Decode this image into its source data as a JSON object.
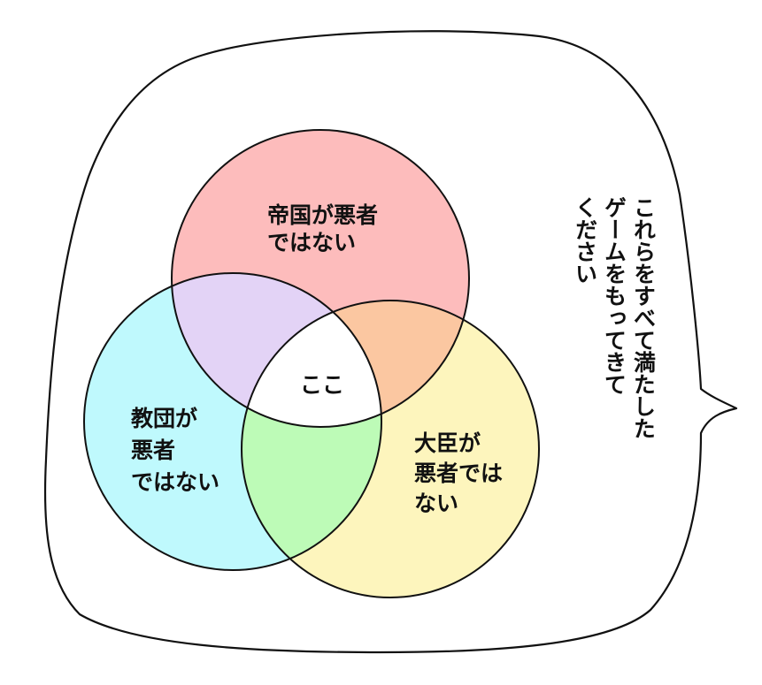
{
  "diagram": {
    "sets": [
      {
        "id": "empire",
        "color": "#fdbcbc",
        "label_lines": [
          "帝国が悪者",
          "ではない"
        ]
      },
      {
        "id": "church",
        "color": "#bff9fd",
        "label_lines": [
          "教団が",
          "悪者",
          "ではない"
        ]
      },
      {
        "id": "minister",
        "color": "#fdf5bd",
        "label_lines": [
          "大臣が",
          "悪者では",
          "ない"
        ]
      }
    ],
    "overlap_colors": {
      "empire_church": "#e3d3f6",
      "empire_minister": "#fbc7a1",
      "church_minister": "#bdfbb7",
      "all": "#ffffff"
    },
    "center_label": "ここ"
  },
  "speech_bubble": {
    "lines": [
      "これらをすべて満たした",
      "ゲームをもってきて",
      "ください"
    ]
  }
}
